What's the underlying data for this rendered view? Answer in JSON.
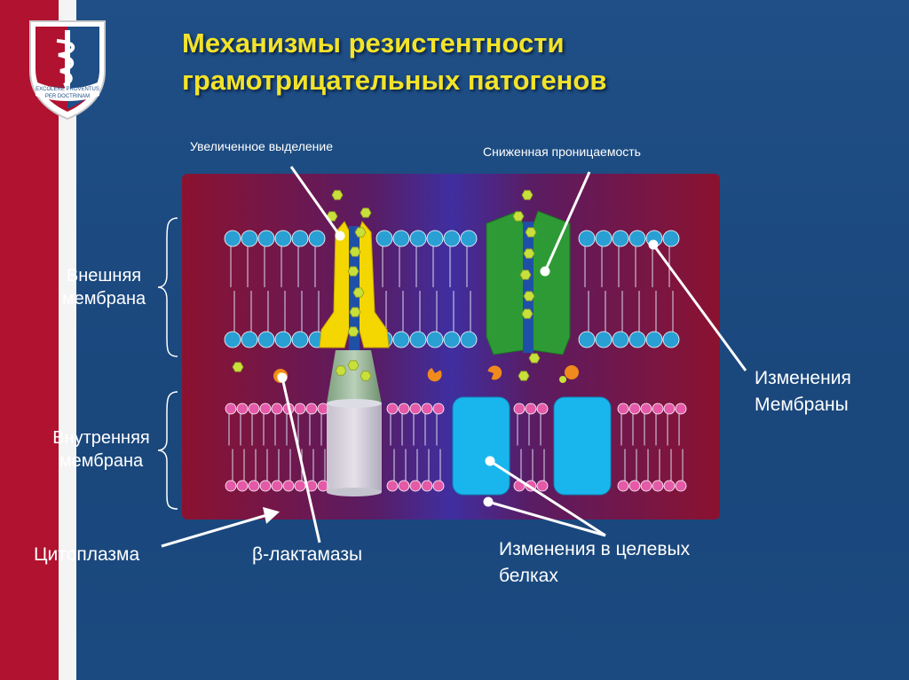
{
  "title": {
    "line1": "Механизмы резистентности",
    "line2": "грамотрицательных патогенов"
  },
  "logo": {
    "motto_line1": "EXCOLERE PROVENTUS",
    "motto_line2": "PER DOCTRINAM"
  },
  "labels": {
    "increased_efflux": "Увеличенное выделение",
    "reduced_permeability": "Сниженная проницаемость",
    "outer_membrane_line1": "Внешняя",
    "outer_membrane_line2": "мембрана",
    "inner_membrane_line1": "Внутренняя",
    "inner_membrane_line2": "мембрана",
    "cytoplasm": "Цитоплазма",
    "beta_lactamases": "β-лактамазы",
    "membrane_changes_line1": "Изменения",
    "membrane_changes_line2": "Мембраны",
    "target_changes_line1": "Изменения в целевых",
    "target_changes_line2": "белках"
  },
  "colors": {
    "red_stripe": "#b0122f",
    "background_blue": "#1d4a7e",
    "title_yellow": "#f3e32a",
    "efflux_pump": "#f4d600",
    "porin": "#2e9a35",
    "target_protein": "#19b6ee",
    "outer_lipid_head": "#2a9fd4",
    "inner_lipid_head": "#e45aa8",
    "antibiotic": "#c8e03a",
    "beta_lactamase": "#f08a1c"
  }
}
